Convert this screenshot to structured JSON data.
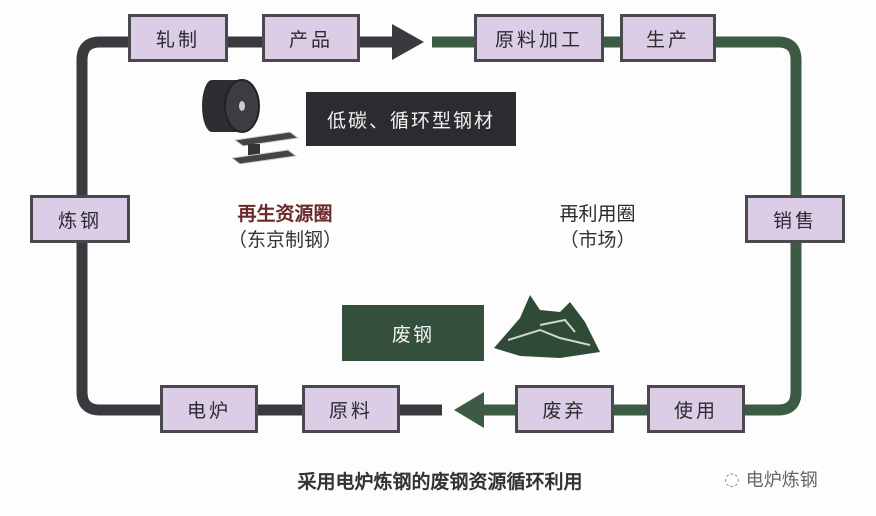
{
  "colors": {
    "left_loop": "#3a3a3e",
    "right_loop": "#3c5a44",
    "box": "#dccde6",
    "region_text": "#6b2a2a"
  },
  "left_loop": {
    "nodes": [
      "轧制",
      "产品",
      "炼钢",
      "电炉",
      "原料"
    ],
    "region": "再生资源圈",
    "region_sub": "（东京制钢）",
    "product_label": "低碳、循环型钢材"
  },
  "right_loop": {
    "nodes": [
      "原料加工",
      "生产",
      "销售",
      "废弃",
      "使用"
    ],
    "region": "再利用圈",
    "region_sub": "（市场）",
    "scrap_label": "废钢"
  },
  "caption": "采用电炉炼钢的废钢资源循环利用",
  "watermark": "电炉炼钢"
}
